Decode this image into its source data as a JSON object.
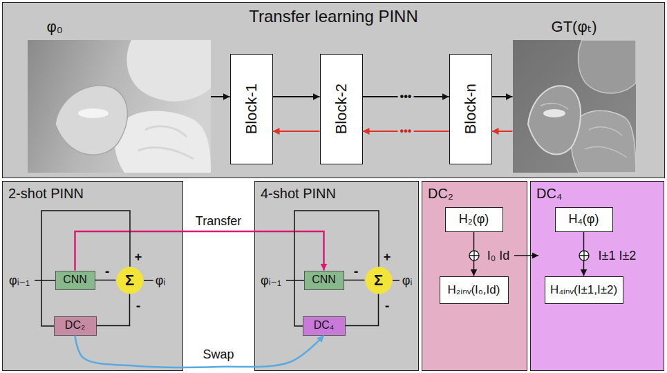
{
  "diagram": {
    "nodes": [
      {
        "text": [
          "Transfer learning PINN"
        ]
      },
      {
        "text": [
          "φ₀"
        ],
        "in": 0
      },
      {
        "text": [
          "Block-1"
        ],
        "in": 0
      },
      {
        "text": [
          "Block-2"
        ],
        "in": 0
      },
      {
        "text": [
          "Block-n"
        ],
        "in": 0
      },
      {
        "text": [
          "GT(φₜ)"
        ],
        "in": 0
      },
      {
        "text": [
          "2-shot PINN"
        ]
      },
      {
        "text": [
          "CNN"
        ],
        "in": 6
      },
      {
        "text": [
          "Σ"
        ],
        "in": 6
      },
      {
        "text": [
          "DC₂"
        ],
        "in": 6
      },
      {
        "text": [
          "4-shot PINN"
        ]
      },
      {
        "text": [
          "CNN"
        ],
        "in": 10
      },
      {
        "text": [
          "Σ"
        ],
        "in": 10
      },
      {
        "text": [
          "DC₄"
        ],
        "in": 10
      },
      {
        "text": [
          "DC₂"
        ]
      },
      {
        "text": [
          "H₂(φ)"
        ],
        "in": 14
      },
      {
        "text": [
          "H₂ᵢₙᵥ(I₀,Id)"
        ],
        "in": 14
      },
      {
        "text": [
          "DC₄"
        ]
      },
      {
        "text": [
          "H₄(φ)"
        ],
        "in": 17
      },
      {
        "text": [
          "H₄ᵢₙᵥ(I±1,I±2)"
        ],
        "in": 17
      }
    ],
    "edges": [
      {
        "from": 1,
        "to": 2,
        "arrow": "to"
      },
      {
        "from": 2,
        "to": 3,
        "arrow": "to"
      },
      {
        "from": 3,
        "to": 4,
        "arrow": "to",
        "label": "•••"
      },
      {
        "from": 4,
        "to": 5,
        "arrow": "to"
      },
      {
        "from": 5,
        "to": 4,
        "arrow": "to"
      },
      {
        "from": 4,
        "to": 3,
        "arrow": "to",
        "label": "•••"
      },
      {
        "from": 3,
        "to": 2,
        "arrow": "to"
      },
      {
        "from": 7,
        "to": 8,
        "arrow": "none"
      },
      {
        "from": 9,
        "to": 8,
        "arrow": "none"
      },
      {
        "from": 11,
        "to": 12,
        "arrow": "none"
      },
      {
        "from": 13,
        "to": 12,
        "arrow": "none"
      },
      {
        "from": 7,
        "to": 11,
        "arrow": "to",
        "label": "Transfer"
      },
      {
        "from": 9,
        "to": 13,
        "arrow": "to",
        "label": "Swap"
      },
      {
        "from": 15,
        "to": 16,
        "arrow": "to"
      },
      {
        "from": 18,
        "to": 19,
        "arrow": "to"
      }
    ],
    "labels": [
      "φᵢ₋₁",
      "+",
      "-",
      "-",
      "φᵢ",
      "φᵢ₋₁",
      "+",
      "-",
      "-",
      "φᵢ",
      "I₀ Id",
      "I±1 I±2"
    ]
  }
}
